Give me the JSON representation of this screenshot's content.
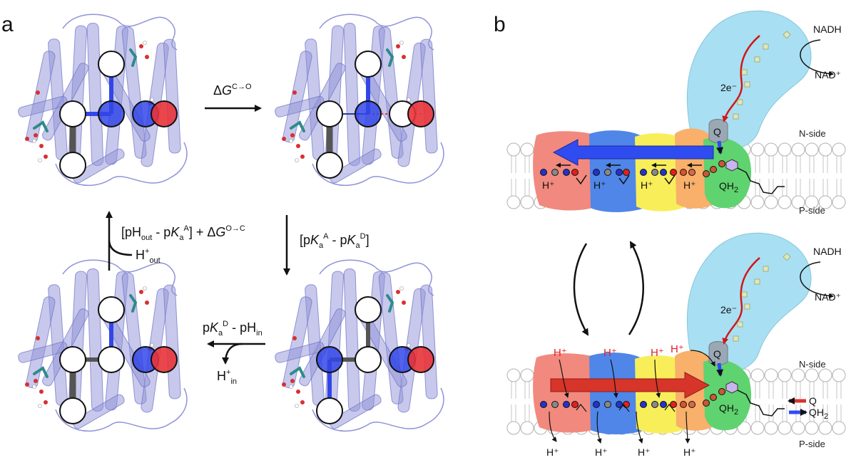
{
  "panel_labels": {
    "a": "a",
    "b": "b"
  },
  "panel_a": {
    "top_arrow": {
      "prefix": "Δ",
      "var": "G",
      "sup": "C→O"
    },
    "right_arrow": {
      "open": "[p",
      "K": "K",
      "a1": "a",
      "sup1": "A",
      "mid": " - p",
      "K2": "K",
      "a2": "a",
      "sup2": "D",
      "close": "]"
    },
    "bottom_arrow": {
      "p": "p",
      "K": "K",
      "a": "a",
      "sup": "D",
      "rest": " - pH",
      "in": "in"
    },
    "bottom_hin": {
      "H": "H",
      "plus": "+",
      "in": "in"
    },
    "left_arrow": {
      "open": "[pH",
      "out": "out",
      "mid": " - p",
      "K": "K",
      "a": "a",
      "sup": "A",
      "close": "] + Δ",
      "G": "G",
      "sup2": "O→C"
    },
    "left_hout": {
      "H": "H",
      "plus": "+",
      "out": "out"
    }
  },
  "panel_b": {
    "nadh": "NADH",
    "nad_plus": "NAD⁺",
    "two_e": "2e⁻",
    "q_label": "Q",
    "qh2_label": "QH",
    "qh2_sub": "2",
    "n_side": "N-side",
    "p_side": "P-side",
    "h_plus": "H⁺",
    "legend_q": "Q",
    "legend_qh2": "QH",
    "legend_qh2_sub": "2"
  },
  "colors": {
    "helix": "#8f92d8",
    "blue_site": "#3246e8",
    "red_site": "#e8333a",
    "hydrophilic_arm": "#a9dff2",
    "subunit_red": "#f2897e",
    "subunit_blue": "#4f86e8",
    "subunit_yellow": "#f8ee5a",
    "subunit_orange": "#f8b06a",
    "subunit_green": "#5fd36f",
    "arrow_blue": "#2f4cf0",
    "arrow_red": "#d7342a"
  }
}
